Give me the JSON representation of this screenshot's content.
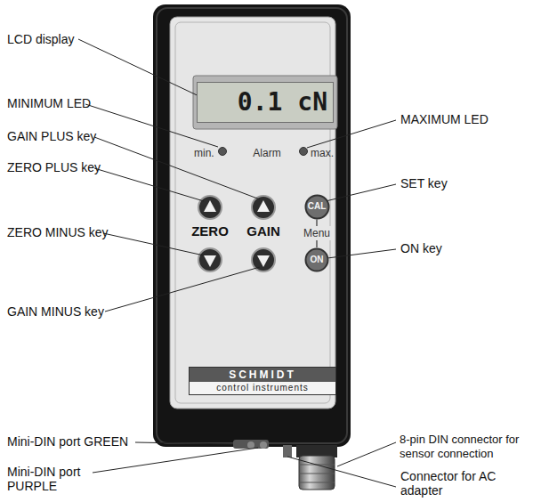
{
  "diagram": {
    "nodes": [
      {
        "text": [
          "0.1 cN"
        ]
      },
      {
        "text": [
          "CAL"
        ]
      },
      {
        "text": [
          "ON"
        ]
      },
      {
        "text": [
          "SCHMIDT",
          "control instruments"
        ]
      }
    ],
    "edges": [
      {
        "from": 1,
        "to": 2,
        "label": "Menu",
        "arrow": "none"
      }
    ],
    "labels": [
      "LCD display",
      "MINIMUM LED",
      "GAIN PLUS key",
      "ZERO PLUS key",
      "ZERO MINUS key",
      "GAIN MINUS key",
      "MAXIMUM LED",
      "SET key",
      "ON key",
      "Mini-DIN port GREEN",
      "Mini-DIN port PURPLE",
      "8-pin DIN connector for sensor connection",
      "Connector for AC adapter",
      "min.",
      "Alarm",
      "max.",
      "ZERO",
      "GAIN"
    ]
  }
}
